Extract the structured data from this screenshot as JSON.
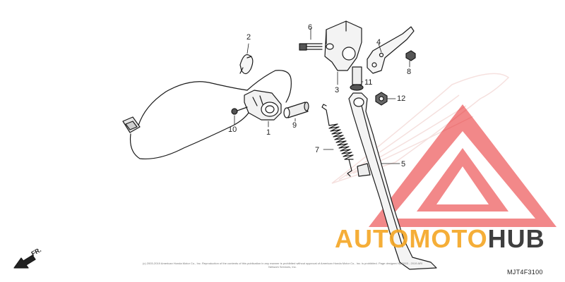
{
  "callouts": [
    "1",
    "2",
    "3",
    "4",
    "5",
    "6",
    "7",
    "8",
    "9",
    "10",
    "11",
    "12"
  ],
  "front_label": "FR.",
  "diagram_code": "MJT4F3100",
  "copyright": "(c) 2003-2019 American Honda Motor Co., Inc. Reproduction of the contents of this publication in any manner is prohibited without approval of American Honda Motor Co., Inc. is prohibited. Page designed by 2003 - 2019 ARI Network Services, Inc.",
  "watermark": {
    "part1": "AUTOMOTO",
    "part2": "HUB",
    "accent": "#f5a623",
    "dark": "#2b2b2b",
    "logo_color": "#e8272a"
  }
}
